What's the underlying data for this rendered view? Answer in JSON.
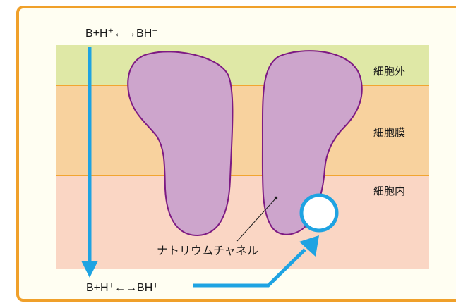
{
  "equation_top": "B+H⁺←→BH⁺",
  "equation_bottom": "B+H⁺←→BH⁺",
  "zones": {
    "outside": "細胞外",
    "membrane": "細胞膜",
    "inside": "細胞内"
  },
  "channel_label": "ナトリウムチャネル",
  "colors": {
    "frame": "#f0a02a",
    "outside_band": "#dfe8a6",
    "membrane_band": "#f8d29e",
    "inside_band": "#fad6c4",
    "boundary_line": "#f2a530",
    "channel_fill": "#cda5cc",
    "channel_stroke": "#7d1a83",
    "arrow": "#1ea3e2"
  }
}
